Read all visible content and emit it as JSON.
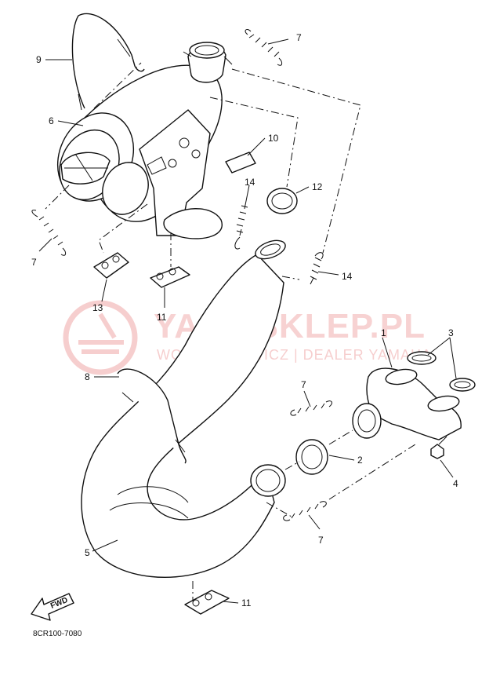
{
  "diagram_code": "8CR100-7080",
  "fwd_label": "FWD",
  "watermark": {
    "title": "YAMASKLEP.PL",
    "subtitle": "WOJCIECHOWICZ | DEALER YAMAHA"
  },
  "callouts": {
    "c1": "1",
    "c2": "2",
    "c3": "3",
    "c4": "4",
    "c5": "5",
    "c6": "6",
    "c7_top": "7",
    "c7_left": "7",
    "c7_mid": "7",
    "c7_bottom": "7",
    "c8": "8",
    "c9": "9",
    "c10": "10",
    "c11_top": "11",
    "c11_bottom": "11",
    "c12": "12",
    "c13": "13",
    "c14_left": "14",
    "c14_right": "14"
  }
}
